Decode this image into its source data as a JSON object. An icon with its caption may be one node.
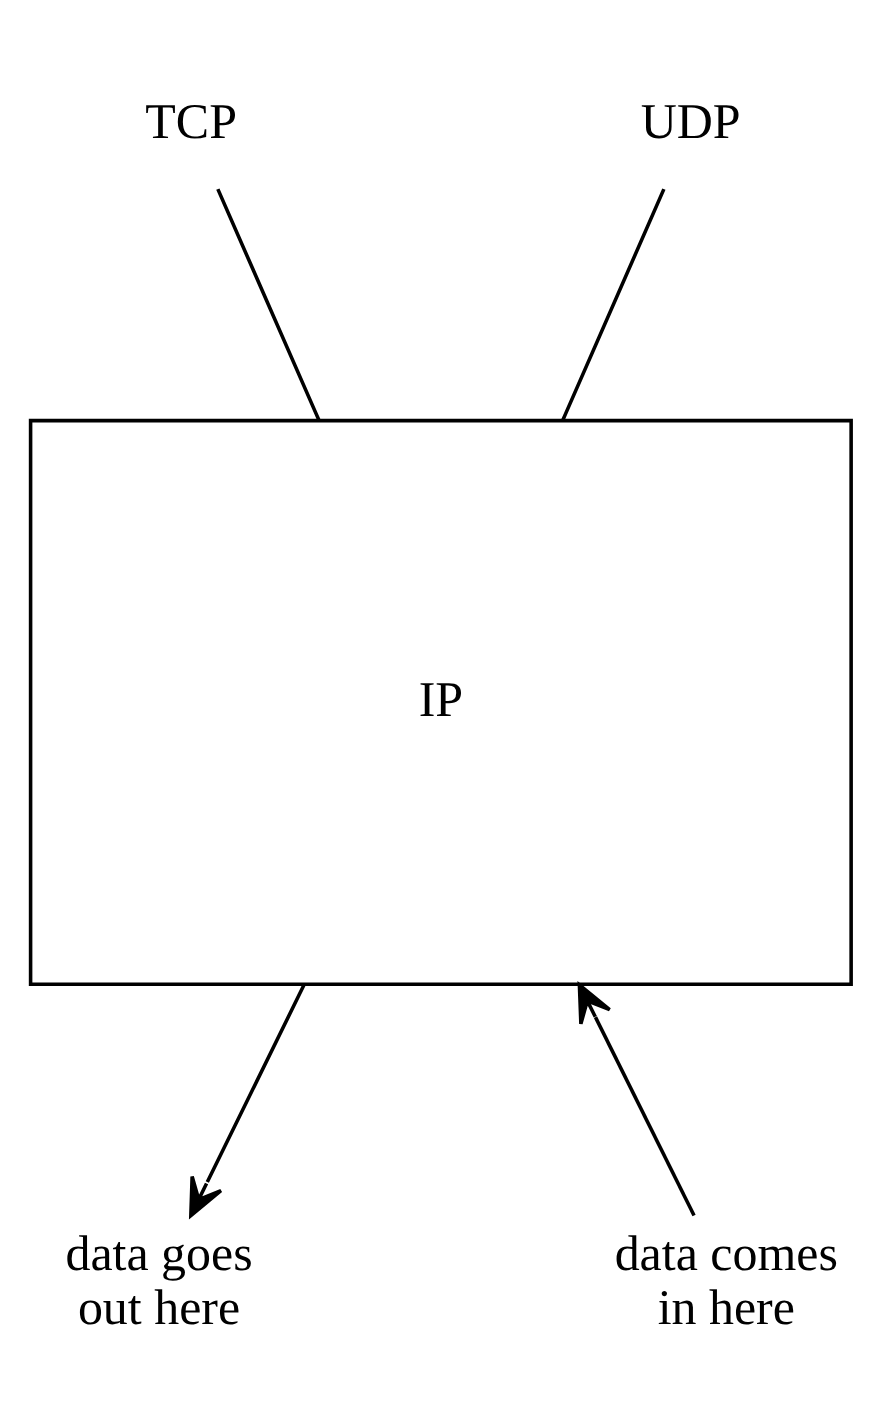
{
  "diagram": {
    "nodes": [
      {
        "text": [
          "TCP"
        ]
      },
      {
        "text": [
          "UDP"
        ]
      },
      {
        "text": [
          "IP"
        ]
      },
      {
        "text": [
          "data comes in here"
        ]
      },
      {
        "text": [
          "data goes out here"
        ]
      }
    ],
    "edges": [
      {
        "from": 0,
        "to": 2,
        "arrow": "none"
      },
      {
        "from": 1,
        "to": 2,
        "arrow": "none"
      },
      {
        "from": 3,
        "to": 2,
        "arrow": "to"
      },
      {
        "from": 2,
        "to": 4,
        "arrow": "to"
      }
    ]
  }
}
